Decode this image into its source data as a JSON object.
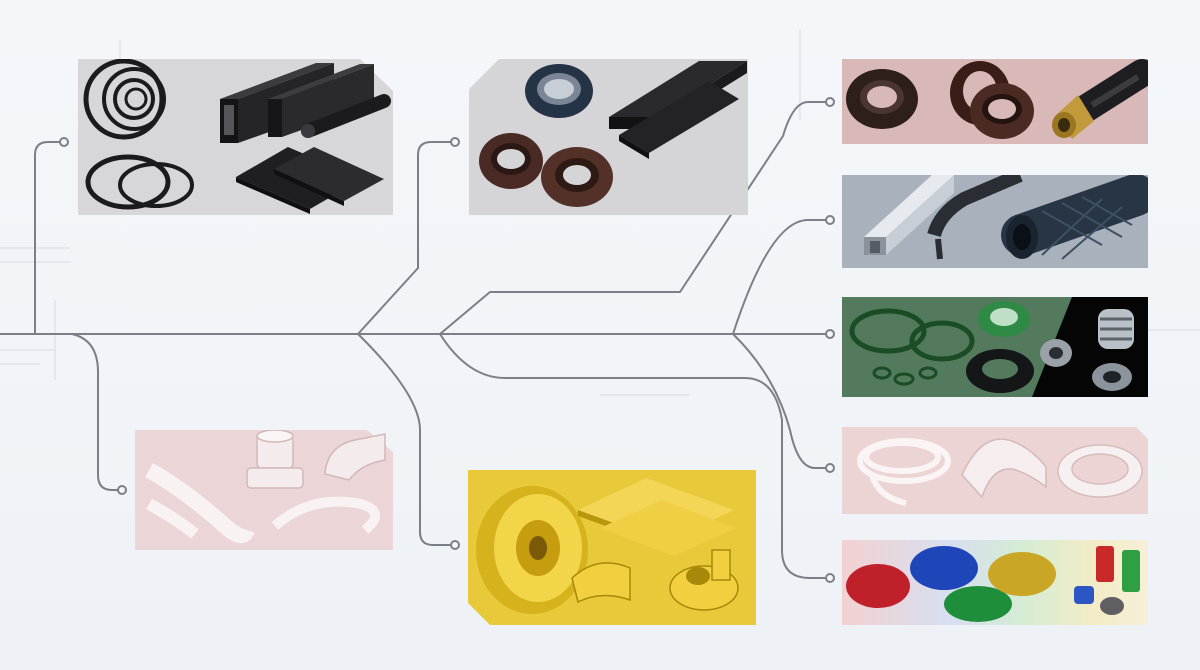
{
  "diagram": {
    "background_color": "#f1f5f9",
    "connector_color": "#7a7e84",
    "categories": [
      {
        "id": "rubber-orings-profiles-sheets",
        "panel_color": "#d7d7d9"
      },
      {
        "id": "rubber-oil-seals-sheets",
        "panel_color": "#d5d5d8"
      },
      {
        "id": "oil-seals-hose-fitting",
        "panel_color": "#d9b8b8"
      },
      {
        "id": "extrusion-profiles-braided-hose",
        "panel_color": "#a9b1bc"
      },
      {
        "id": "fkm-orings-mechanical-seals",
        "panel_color": "#537a5c"
      },
      {
        "id": "clear-silicone-parts",
        "panel_color": "#ecd3d4"
      },
      {
        "id": "plastic-pellets-molded-parts",
        "panel_color": "#f3d1d1"
      },
      {
        "id": "silicone-tubing-parts",
        "panel_color": "#ecd5d6"
      },
      {
        "id": "polyurethane-wheel-parts",
        "panel_color": "#e7c93a"
      }
    ]
  }
}
